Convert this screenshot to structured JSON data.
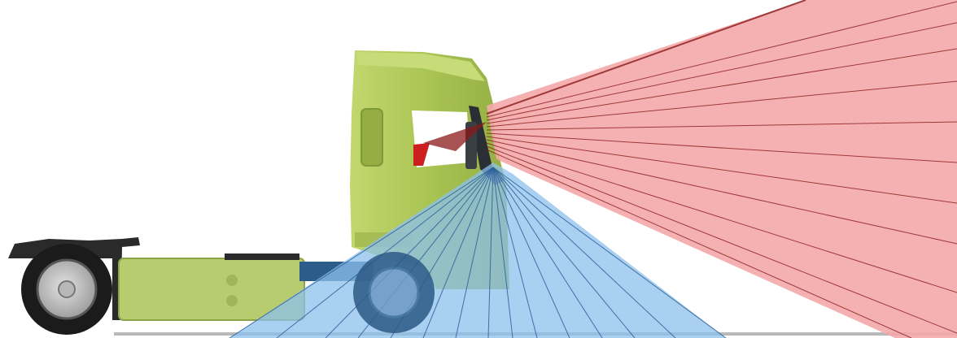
{
  "colors": {
    "background": "#ffffff",
    "cab_body": "#a8c455",
    "cab_shadow": "#8fa944",
    "chassis": "#b2c86a",
    "tire": "#1b1b1b",
    "hub": "#c8c8c8",
    "red_cone_fill": "#f4a8a8",
    "red_cone_edge": "#8a1a1a",
    "blue_cone_fill": "#8ec0ec",
    "blue_cone_edge": "#2a5f9a",
    "ground": "#b9b9b9"
  },
  "scene": {
    "subject": "truck-tractor-side-view",
    "cones": [
      "red-view-cone",
      "blue-view-cone"
    ]
  }
}
